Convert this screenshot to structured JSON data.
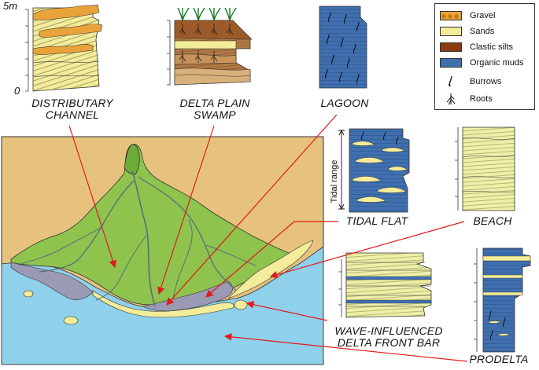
{
  "scale": {
    "top": "5m",
    "bottom": "0"
  },
  "labels": {
    "distributary_channel": "DISTRIBUTARY\nCHANNEL",
    "delta_plain_swamp": "DELTA PLAIN\nSWAMP",
    "lagoon": "LAGOON",
    "tidal_flat": "TIDAL FLAT",
    "beach": "BEACH",
    "wave_bar": "WAVE-INFLUENCED\nDELTA FRONT BAR",
    "prodelta": "PRODELTA",
    "tidal_range": "Tidal range"
  },
  "legend": {
    "items": [
      {
        "label": "Gravel",
        "color": "#e8a33a"
      },
      {
        "label": "Sands",
        "color": "#f3ec9a"
      },
      {
        "label": "Clastic silts",
        "color": "#8b3a12"
      },
      {
        "label": "Organic muds",
        "color": "#3f6fae"
      },
      {
        "label": "Burrows",
        "icon": "burrow-icon"
      },
      {
        "label": "Roots",
        "icon": "roots-icon"
      }
    ]
  },
  "colors": {
    "land": "#e7c27f",
    "delta_plain": "#8ec34e",
    "sea": "#8fd0ea",
    "sand": "#f3ec9a",
    "mud": "#9a9ab4",
    "arrow": "#e01b1b",
    "organic_mud": "#3f6fae",
    "silt": "#a8703a"
  }
}
